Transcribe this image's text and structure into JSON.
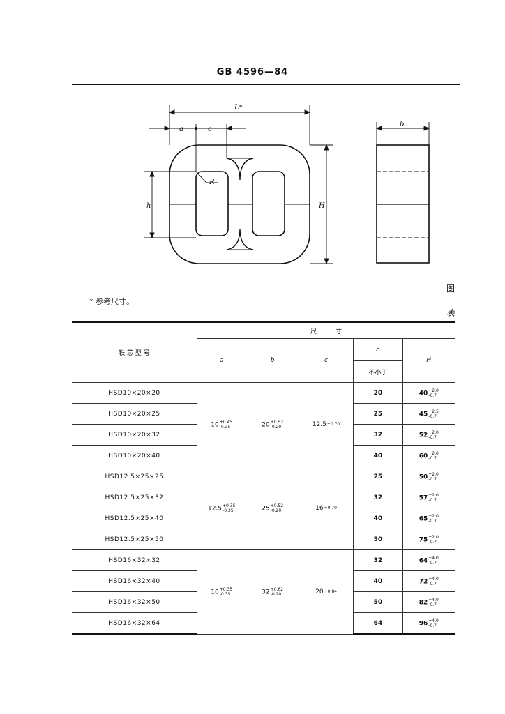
{
  "header": {
    "title": "GB 4596—84"
  },
  "figure": {
    "labels": {
      "L": "L*",
      "a": "a",
      "c": "c",
      "R": "R",
      "h": "h",
      "H": "H",
      "b": "b"
    },
    "caption_right": "图",
    "note": "* 参考尺寸。"
  },
  "table": {
    "side_label": "表",
    "group_header": "尺　　　寸",
    "model_header": "铁 芯 型 号",
    "col_a": "a",
    "col_b": "b",
    "col_c": "c",
    "col_h": "h",
    "col_h_sub": "不小于",
    "col_H": "H",
    "groups": [
      {
        "a": {
          "base": "10",
          "upper": "+0.45",
          "lower": "-0.35"
        },
        "b": {
          "base": "20",
          "upper": "+0.52",
          "lower": "-0.20"
        },
        "c": {
          "base": "12.5",
          "upper": "+0.70"
        },
        "rows": [
          {
            "model": "HSD10×20×20",
            "h": "20",
            "H": {
              "base": "40",
              "upper": "+2.0",
              "lower": "-0.7"
            }
          },
          {
            "model": "HSD10×20×25",
            "h": "25",
            "H": {
              "base": "45",
              "upper": "+2.5",
              "lower": "-0.7"
            }
          },
          {
            "model": "HSD10×20×32",
            "h": "32",
            "H": {
              "base": "52",
              "upper": "+2.0",
              "lower": "-0.7"
            }
          },
          {
            "model": "HSD10×20×40",
            "h": "40",
            "H": {
              "base": "60",
              "upper": "+2.0",
              "lower": "-0.7"
            }
          }
        ]
      },
      {
        "a": {
          "base": "12.5",
          "upper": "+0.35",
          "lower": "-0.35"
        },
        "b": {
          "base": "25",
          "upper": "+0.52",
          "lower": "-0.20"
        },
        "c": {
          "base": "16",
          "upper": "+0.70"
        },
        "rows": [
          {
            "model": "HSD12.5×25×25",
            "h": "25",
            "H": {
              "base": "50",
              "upper": "+2.0",
              "lower": "-0.7"
            }
          },
          {
            "model": "HSD12.5×25×32",
            "h": "32",
            "H": {
              "base": "57",
              "upper": "+2.0",
              "lower": "-0.7"
            }
          },
          {
            "model": "HSD12.5×25×40",
            "h": "40",
            "H": {
              "base": "65",
              "upper": "+2.0",
              "lower": "-0.7"
            }
          },
          {
            "model": "HSD12.5×25×50",
            "h": "50",
            "H": {
              "base": "75",
              "upper": "+2.0",
              "lower": "-0.7"
            }
          }
        ]
      },
      {
        "a": {
          "base": "16",
          "upper": "+0.35",
          "lower": "-0.35"
        },
        "b": {
          "base": "32",
          "upper": "+0.62",
          "lower": "-0.20"
        },
        "c": {
          "base": "20",
          "upper": "+0.84"
        },
        "rows": [
          {
            "model": "HSD16×32×32",
            "h": "32",
            "H": {
              "base": "64",
              "upper": "+4.0",
              "lower": "-0.7"
            }
          },
          {
            "model": "HSD16×32×40",
            "h": "40",
            "H": {
              "base": "72",
              "upper": "+4.0",
              "lower": "-0.7"
            }
          },
          {
            "model": "HSD16×32×50",
            "h": "50",
            "H": {
              "base": "82",
              "upper": "+4.0",
              "lower": "-0.7"
            }
          },
          {
            "model": "HSD16×32×64",
            "h": "64",
            "H": {
              "base": "96",
              "upper": "+4.0",
              "lower": "-0.7"
            }
          }
        ]
      }
    ]
  }
}
